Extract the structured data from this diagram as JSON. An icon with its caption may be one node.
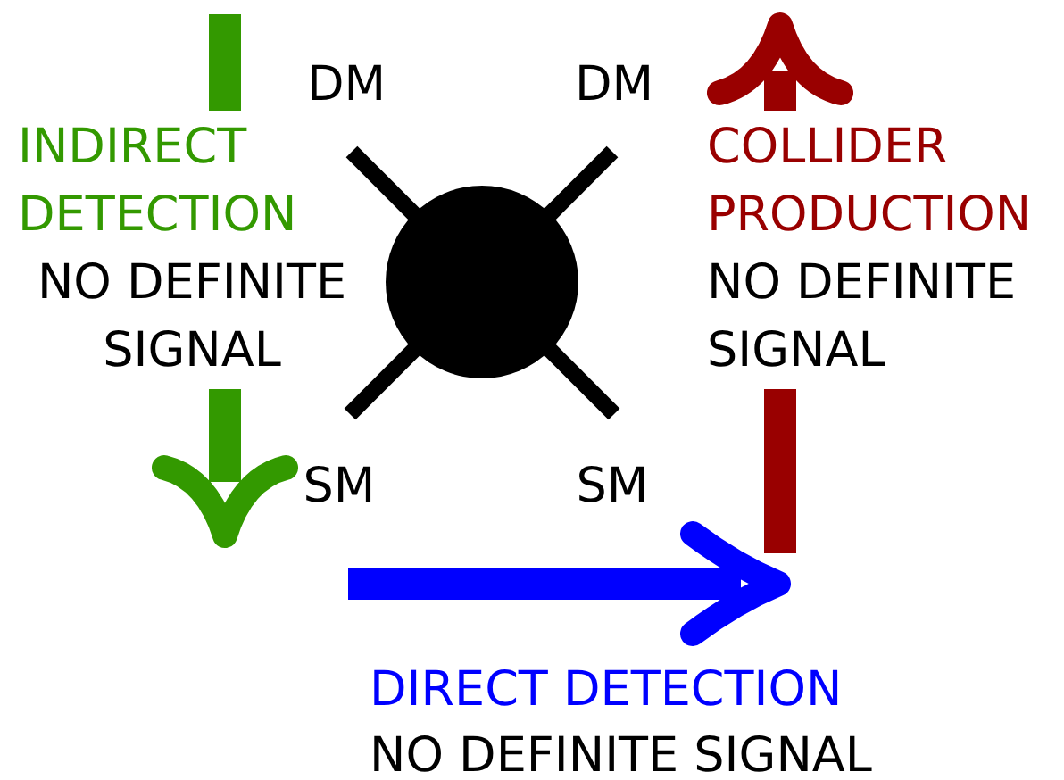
{
  "diagram": {
    "nodes": [
      {
        "text": [],
        "shape": "circle"
      },
      {
        "text": [
          "DM"
        ]
      },
      {
        "text": [
          "DM"
        ]
      },
      {
        "text": [
          "SM"
        ]
      },
      {
        "text": [
          "SM"
        ]
      }
    ],
    "edges": [
      {
        "from": 0,
        "to": 1,
        "arrow": "none"
      },
      {
        "from": 0,
        "to": 2,
        "arrow": "none"
      },
      {
        "from": 0,
        "to": 3,
        "arrow": "none"
      },
      {
        "from": 0,
        "to": 4,
        "arrow": "none"
      }
    ],
    "labels": [
      "INDIRECT DETECTION",
      "NO DEFINITE SIGNAL",
      "COLLIDER PRODUCTION",
      "NO DEFINITE SIGNAL",
      "DIRECT DETECTION",
      "NO DEFINITE SIGNAL"
    ]
  }
}
